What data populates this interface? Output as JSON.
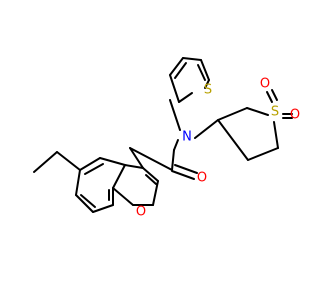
{
  "molecule": {
    "atoms": {
      "S_thiophene": "S",
      "S_sulfone": "S",
      "O_sulfone_1": "O",
      "O_sulfone_2": "O",
      "N_amide": "N",
      "O_carbonyl": "O",
      "O_furan": "O"
    },
    "colors": {
      "sulfur": "#b8a100",
      "oxygen": "#ff0000",
      "nitrogen": "#0000ff",
      "bond": "#000000"
    }
  }
}
